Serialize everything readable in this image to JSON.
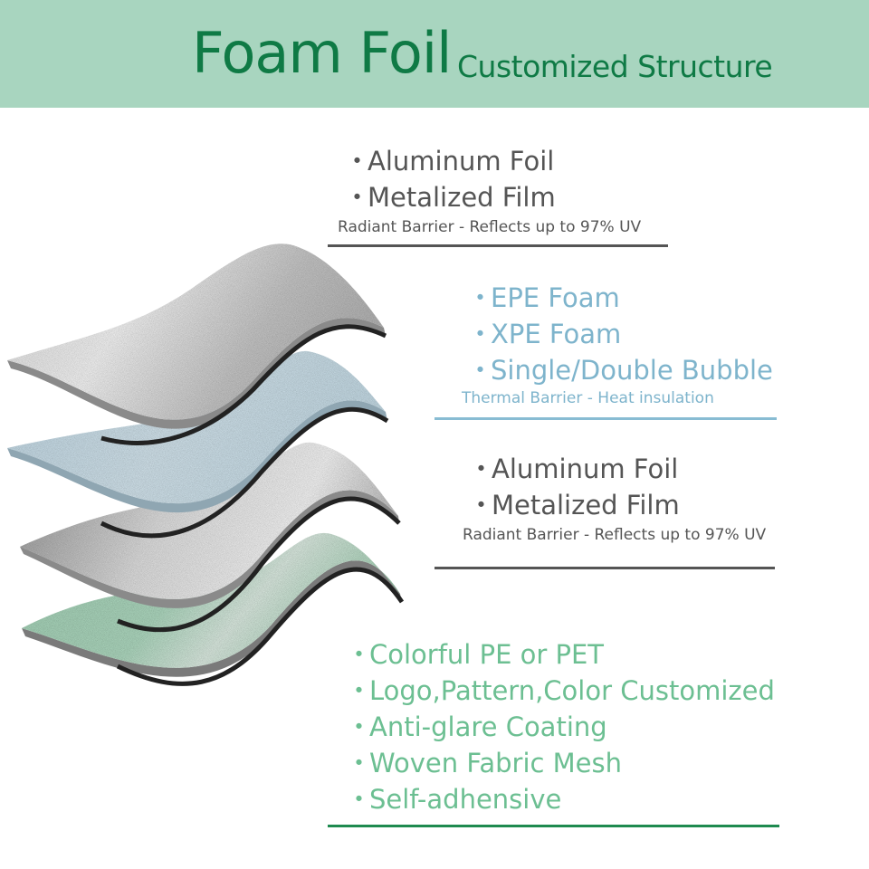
{
  "header": {
    "title": "Foam Foil",
    "subtitle": "Customized Structure"
  },
  "colors": {
    "header_bg": "#a8d5bf",
    "title": "#0f7a45",
    "gray_text": "#555555",
    "blue_text": "#7eb4cc",
    "green_text": "#6cbf92",
    "green_rule": "#1e8a4f"
  },
  "layers": [
    {
      "name": "top-foil-layer",
      "material": "silver foil"
    },
    {
      "name": "foam-layer",
      "material": "light blue foam"
    },
    {
      "name": "bottom-foil-layer",
      "material": "gray foil"
    },
    {
      "name": "colored-film-layer",
      "material": "green film"
    }
  ],
  "groups": [
    {
      "bullets": [
        "Aluminum Foil",
        "Metalized Film"
      ],
      "caption": "Radiant Barrier - Reflects up to 97% UV"
    },
    {
      "bullets": [
        "EPE Foam",
        "XPE Foam",
        "Single/Double Bubble"
      ],
      "caption": "Thermal Barrier - Heat insulation"
    },
    {
      "bullets": [
        "Aluminum Foil",
        "Metalized Film"
      ],
      "caption": "Radiant Barrier - Reflects up to 97% UV"
    },
    {
      "bullets": [
        "Colorful PE or PET",
        "Logo,Pattern,Color Customized",
        "Anti-glare Coating",
        "Woven Fabric Mesh",
        "Self-adhensive"
      ]
    }
  ]
}
